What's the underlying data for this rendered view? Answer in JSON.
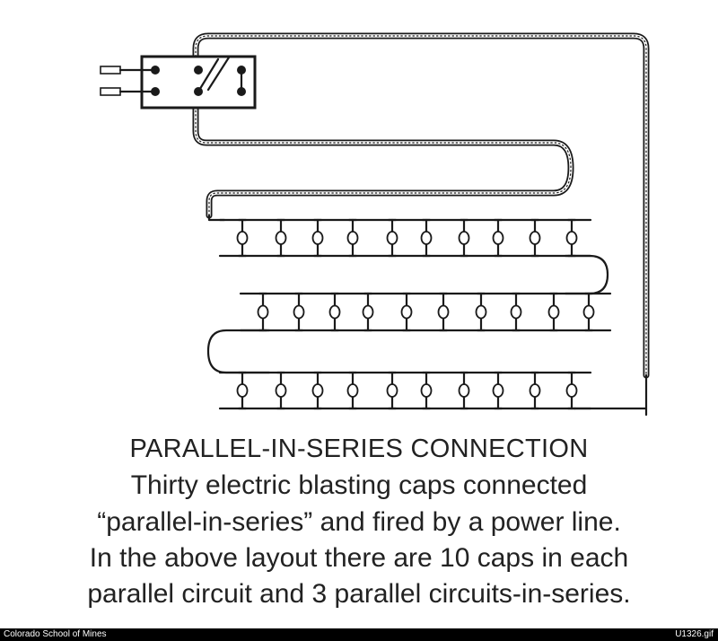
{
  "caption": {
    "title": "PARALLEL-IN-SERIES CONNECTION",
    "lines": [
      "Thirty electric blasting caps connected",
      "“parallel-in-series” and fired by a power line.",
      "In the above layout there are 10 caps in each",
      "parallel circuit and 3 parallel circuits-in-series."
    ]
  },
  "footer": {
    "source": "Colorado School of Mines",
    "file": "U1326.gif"
  },
  "diagram": {
    "caps_per_circuit": 10,
    "parallel_circuits": 3,
    "icons": [
      "switch-box-icon",
      "power-line-icon",
      "blasting-cap-icon"
    ]
  }
}
